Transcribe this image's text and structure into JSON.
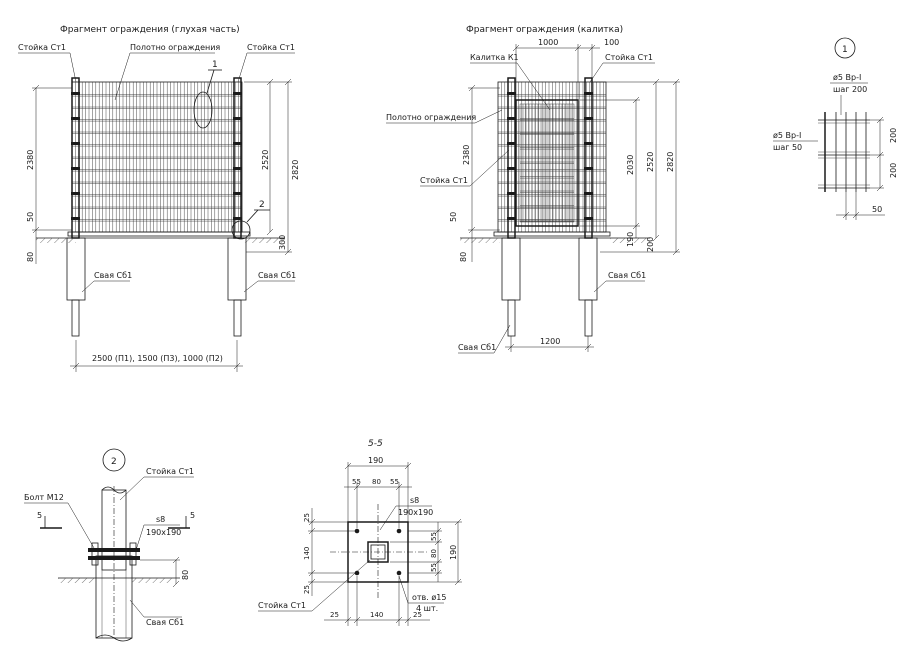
{
  "colors": {
    "ink": "#1a1a1a",
    "paper": "#ffffff",
    "hatch": "#555555"
  },
  "view_blind": {
    "title": "Фрагмент ограждения (глухая часть)",
    "post_label": "Стойка Ст1",
    "panel_label": "Полотно ограждения",
    "pile_label": "Свая Сб1",
    "callout_1": "1",
    "callout_2": "2",
    "dim_2380": "2380",
    "dim_2520": "2520",
    "dim_2820": "2820",
    "dim_300": "300",
    "dim_50": "50",
    "dim_80": "80",
    "bottom_dim": "2500 (П1), 1500 (П3), 1000 (П2)"
  },
  "view_gate": {
    "title": "Фрагмент ограждения (калитка)",
    "gate_label": "Калитка К1",
    "post_label": "Стойка Ст1",
    "panel_label": "Полотно ограждения",
    "pile_label": "Свая Сб1",
    "dim_1000": "1000",
    "dim_100": "100",
    "dim_2380": "2380",
    "dim_2030": "2030",
    "dim_2520": "2520",
    "dim_2820": "2820",
    "dim_190": "190",
    "dim_200": "200",
    "dim_50": "50",
    "dim_80": "80",
    "dim_1200": "1200"
  },
  "detail_1": {
    "callout": "1",
    "wire_top": "ø5 Вр-I",
    "step_top": "шаг 200",
    "wire_left": "ø5 Вр-I",
    "step_left": "шаг 50",
    "dim_200a": "200",
    "dim_200b": "200",
    "dim_50": "50"
  },
  "detail_2": {
    "callout": "2",
    "bolt_label": "Болт М12",
    "post_label": "Стойка Ст1",
    "plate_s": "s8",
    "plate_size": "190x190",
    "pile_label": "Свая Сб1",
    "section_mark": "5",
    "dim_80": "80"
  },
  "section_5_5": {
    "title": "5-5",
    "dim_190_top": "190",
    "dim_55_left": "55",
    "dim_80_mid": "80",
    "dim_55_right": "55",
    "plate_s": "s8",
    "plate_size": "190x190",
    "dim_25_top": "25",
    "dim_140_left": "140",
    "dim_25_bottom": "25",
    "dim_55_r1": "55",
    "dim_80_r": "80",
    "dim_55_r2": "55",
    "dim_190_right": "190",
    "post_label": "Стойка Ст1",
    "hole_label": "отв. ø15",
    "hole_count": "4 шт.",
    "dim_25_bl": "25",
    "dim_140_bottom": "140",
    "dim_25_br": "25"
  }
}
